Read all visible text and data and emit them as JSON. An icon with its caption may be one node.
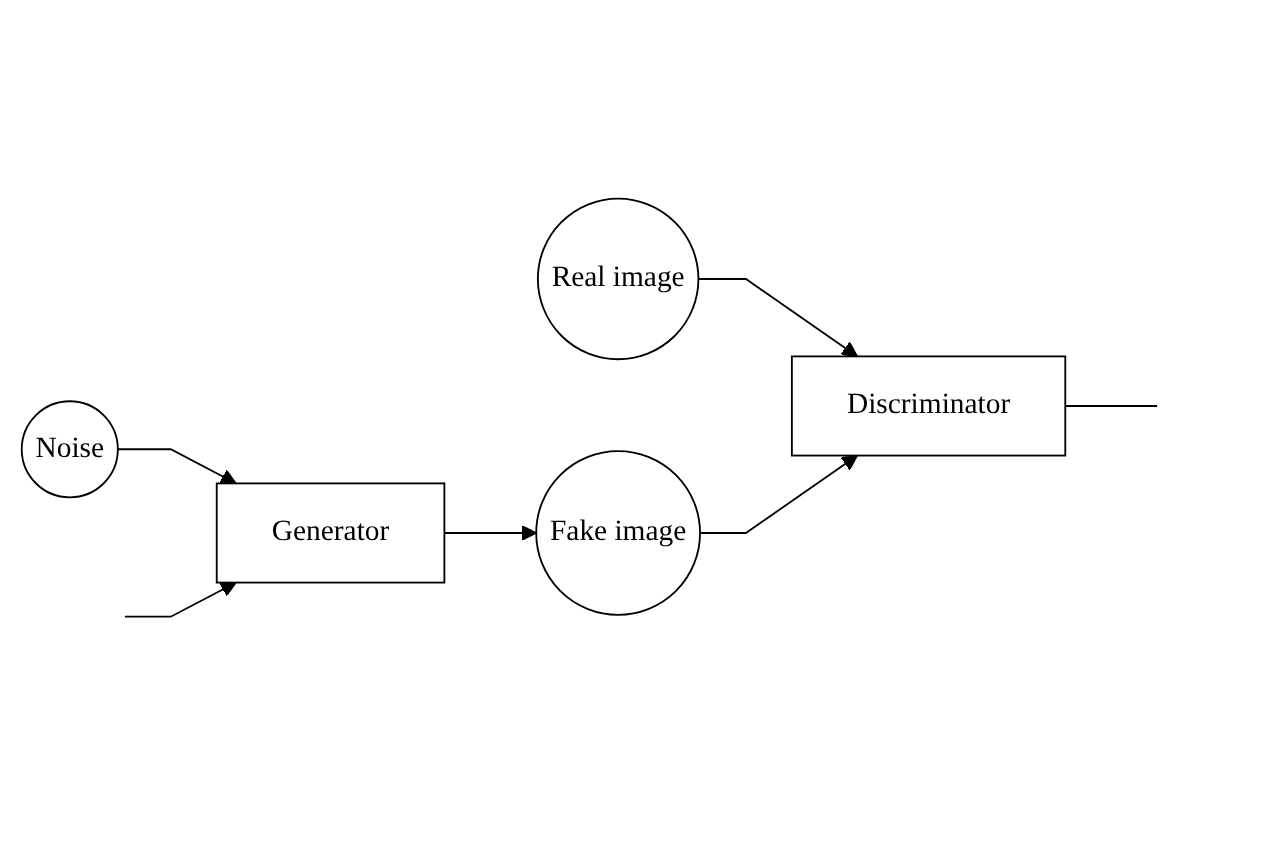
{
  "diagram": {
    "nodes": [
      {
        "text": [
          "Real image"
        ]
      },
      {
        "text": [
          "Discriminator"
        ]
      },
      {
        "text": [
          "Noise"
        ]
      },
      {
        "text": [
          "Generator"
        ]
      },
      {
        "text": [
          "Fake image"
        ]
      }
    ],
    "edges": [
      {
        "from": 0,
        "to": 1,
        "arrow": "to"
      },
      {
        "from": 4,
        "to": 1,
        "arrow": "to"
      },
      {
        "from": 2,
        "to": 3,
        "arrow": "to"
      },
      {
        "from": 3,
        "to": 4,
        "arrow": "to"
      },
      {
        "from": 1,
        "to": null,
        "arrow": "none"
      },
      {
        "from": null,
        "to": 3,
        "arrow": "to"
      }
    ]
  }
}
